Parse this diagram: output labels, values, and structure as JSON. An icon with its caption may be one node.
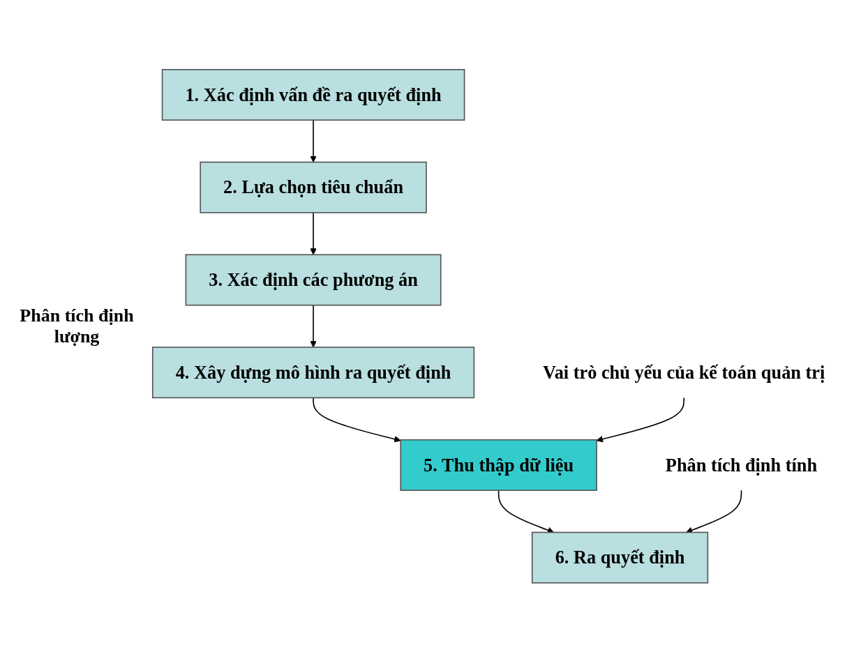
{
  "diagram": {
    "nodes": [
      {
        "text": [
          "1. Xác định vấn đề ra quyết định"
        ]
      },
      {
        "text": [
          "2. Lựa chọn tiêu chuẩn"
        ]
      },
      {
        "text": [
          "3. Xác định các phương án"
        ]
      },
      {
        "text": [
          "4. Xây dựng mô hình ra quyết định"
        ]
      },
      {
        "text": [
          "5. Thu thập dữ liệu"
        ]
      },
      {
        "text": [
          "6. Ra quyết định"
        ]
      },
      {
        "text": [
          "Vai trò chủ yếu của kế toán quản trị"
        ]
      },
      {
        "text": [
          "Phân tích định tính"
        ]
      }
    ],
    "edges": [
      {
        "from": 0,
        "to": 1,
        "arrow": "to"
      },
      {
        "from": 1,
        "to": 2,
        "arrow": "to"
      },
      {
        "from": 2,
        "to": 3,
        "arrow": "to"
      },
      {
        "from": 3,
        "to": 4,
        "arrow": "to"
      },
      {
        "from": 4,
        "to": 5,
        "arrow": "to"
      },
      {
        "from": 6,
        "to": 4,
        "arrow": "to"
      },
      {
        "from": 7,
        "to": 5,
        "arrow": "to"
      }
    ],
    "labels": [
      "Phân tích định lượng"
    ]
  }
}
